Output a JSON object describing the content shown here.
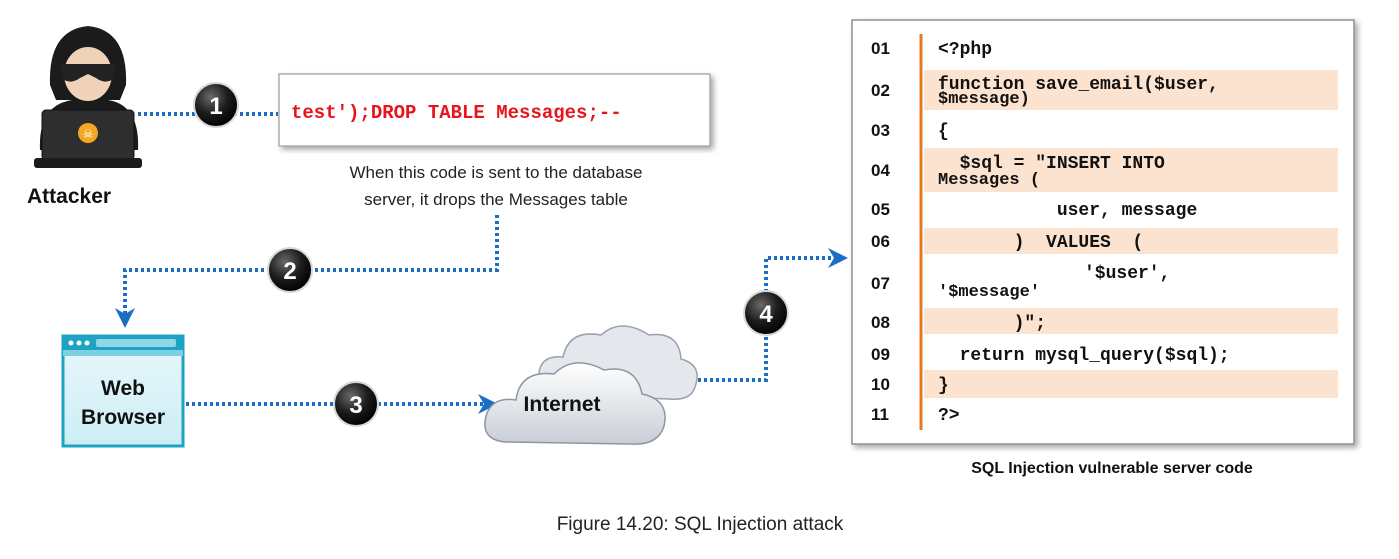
{
  "attacker": {
    "label": "Attacker"
  },
  "payload": {
    "text": "test');DROP TABLE Messages;--",
    "caption_line1": "When this code is sent to the database",
    "caption_line2": "server, it drops the Messages table"
  },
  "steps": [
    "1",
    "2",
    "3",
    "4"
  ],
  "browser": {
    "line1": "Web",
    "line2": "Browser"
  },
  "internet": {
    "label": "Internet"
  },
  "code_panel": {
    "lines": [
      {
        "num": "01",
        "text": "<?php"
      },
      {
        "num": "02",
        "text": "function save_email($user,",
        "text2": "$message)"
      },
      {
        "num": "03",
        "text": "{"
      },
      {
        "num": "04",
        "text": "  $sql = \"INSERT INTO",
        "text2": "Messages ("
      },
      {
        "num": "05",
        "text": "           user, message"
      },
      {
        "num": "06",
        "text": "       )  VALUES  ("
      },
      {
        "num": "07",
        "text": "'$user',",
        "text2": "'$message'"
      },
      {
        "num": "08",
        "text": "       )\";"
      },
      {
        "num": "09",
        "text": "  return mysql_query($sql);"
      },
      {
        "num": "10",
        "text": "}"
      },
      {
        "num": "11",
        "text": "?>"
      }
    ],
    "caption": "SQL Injection vulnerable server code"
  },
  "figure_caption": "Figure 14.20: SQL Injection attack",
  "colors": {
    "dots": "#1a6fc4",
    "payload": "#e8141b",
    "code_accent": "#e07b1f",
    "shaded_row": "#fbe3cf"
  }
}
